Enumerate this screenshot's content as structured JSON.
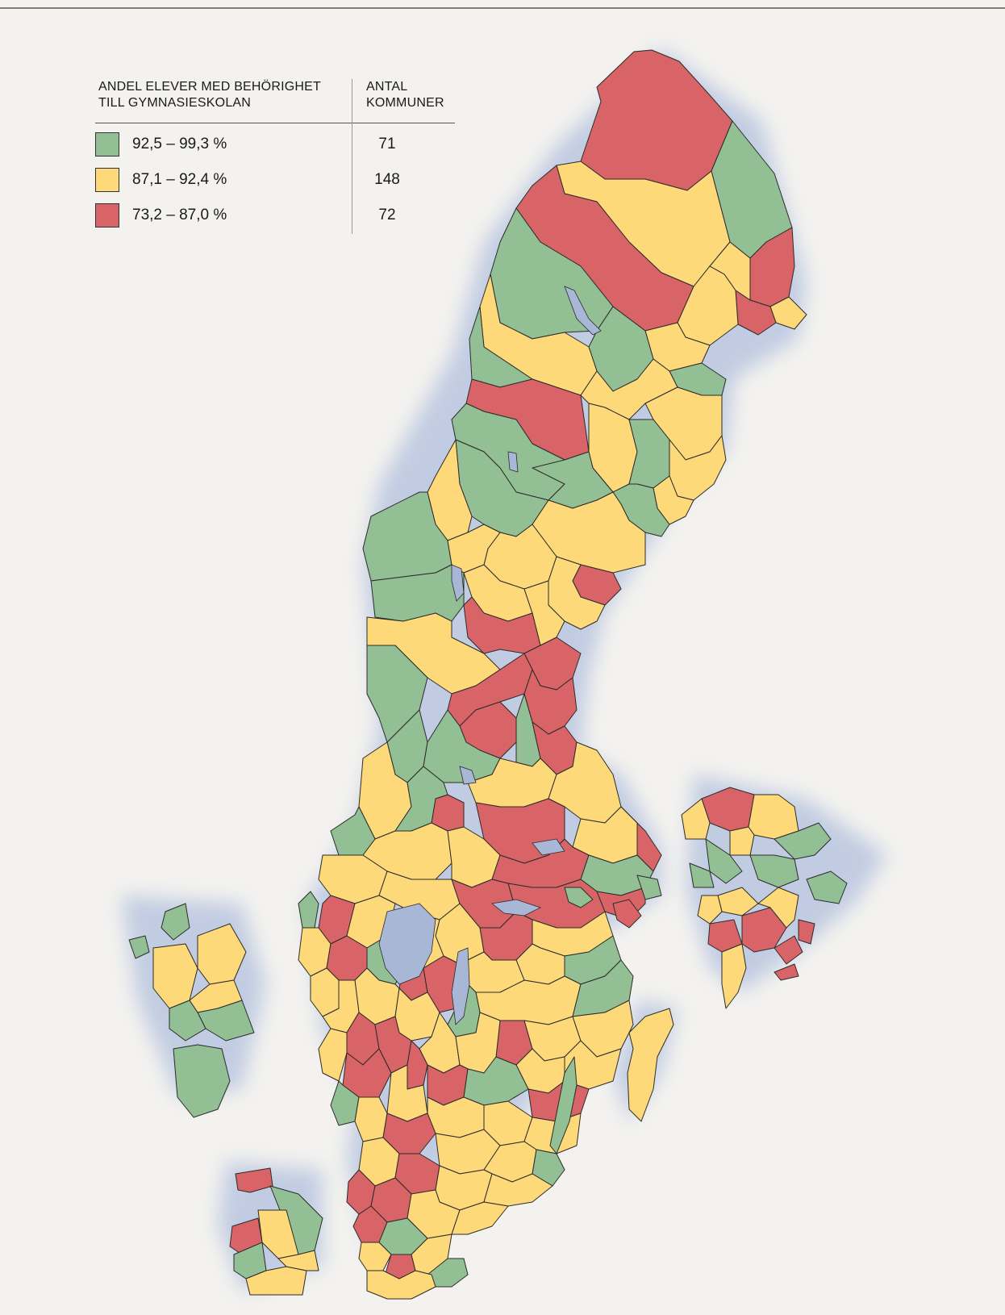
{
  "legend": {
    "header_left_line1": "ANDEL ELEVER MED BEHÖRIGHET",
    "header_left_line2": "TILL GYMNASIESKOLAN",
    "header_right_line1": "ANTAL",
    "header_right_line2": "KOMMUNER",
    "rows": [
      {
        "range": "92,5 – 99,3 %",
        "count": "71",
        "color": "#93bf95"
      },
      {
        "range": "87,1 – 92,4 %",
        "count": "148",
        "color": "#fdd97a"
      },
      {
        "range": "73,2 – 87,0 %",
        "count": "72",
        "color": "#d96467"
      }
    ]
  },
  "colors": {
    "background": "#f3f2ef",
    "rule": "#8a7c6a",
    "sea_halo": "#b9c6e0",
    "lake": "#a9b7d6"
  }
}
